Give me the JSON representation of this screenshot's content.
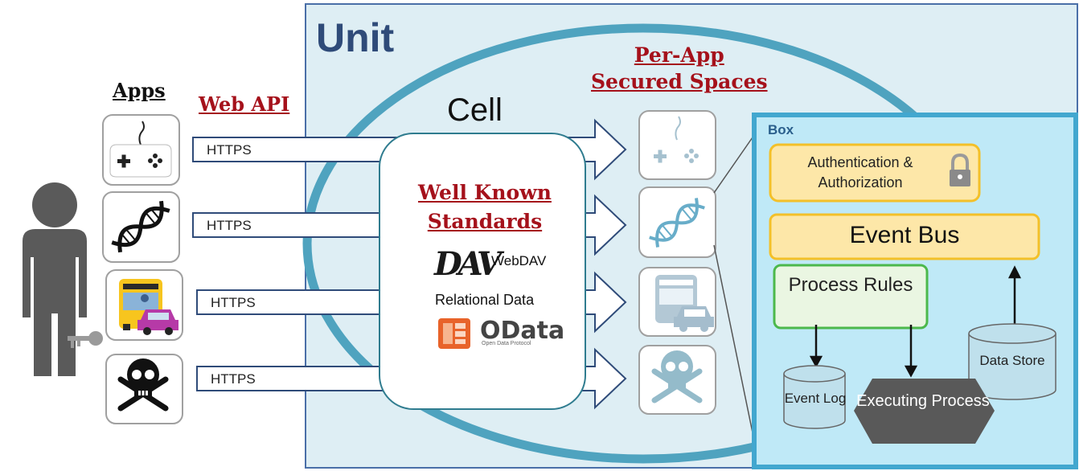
{
  "unit": {
    "title": "Unit"
  },
  "apps": {
    "title": "Apps"
  },
  "web_api": {
    "title": "Web API"
  },
  "connections": [
    {
      "label": "HTTPS",
      "app_icon": "gamepad-icon"
    },
    {
      "label": "HTTPS",
      "app_icon": "dna-icon"
    },
    {
      "label": "HTTPS",
      "app_icon": "bus-car-icon"
    },
    {
      "label": "HTTPS",
      "app_icon": "skull-crossbones-icon"
    }
  ],
  "cell": {
    "title": "Cell",
    "standards_title": [
      "Well Known",
      "Standards"
    ],
    "webdav_label": "WebDAV",
    "relational_label": "Relational Data",
    "odata_label": "OData",
    "odata_subtitle": "Open Data Protocol"
  },
  "per_app": {
    "title": [
      "Per-App",
      "Secured Spaces"
    ]
  },
  "box": {
    "title": "Box",
    "auth": "Authentication & Authorization",
    "event_bus": "Event Bus",
    "process_rules": "Process Rules",
    "data_store": "Data Store",
    "event_log": "Event Log",
    "executing_process": "Executing Process"
  },
  "colors": {
    "unit_fill": "#deeef4",
    "ellipse_stroke": "#4fa3bf",
    "arrow_stroke": "#2f4b79",
    "heading_red": "#a5111b",
    "box_fill": "#bfe9f7",
    "yellow_fill": "#fde7a8",
    "yellow_stroke": "#f3c029",
    "green_fill": "#eaf6e2",
    "green_stroke": "#4cb84c"
  }
}
